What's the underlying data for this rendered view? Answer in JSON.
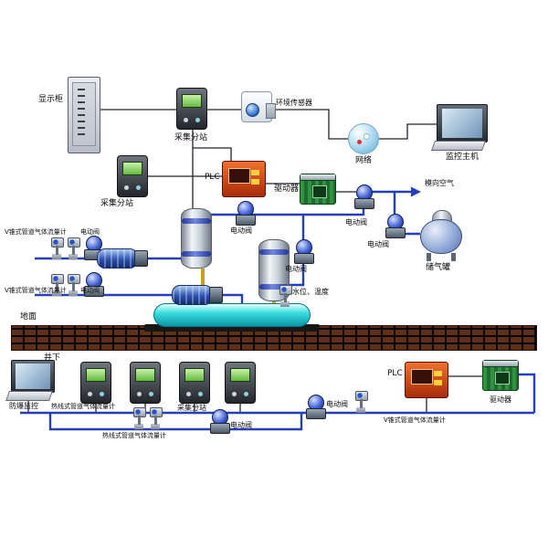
{
  "diagram": {
    "labels": {
      "display_cabinet": "显示柜",
      "substation": "采集分站",
      "env_sensor": "环境传感器",
      "network": "网络",
      "monitor_host": "监控主机",
      "plc": "PLC",
      "driver": "驱动器",
      "lateral_air": "模向空气",
      "valve": "电动阀",
      "gas_tank": "储气罐",
      "vcone_meter": "V锥式管道气体流量计",
      "hotwire_meter": "热线式管道气体流量计",
      "water_temp": "水位、温度",
      "ground": "地面",
      "underground": "井下",
      "explosion_proof_monitor": "防爆监控"
    },
    "colors": {
      "pipe_blue": "#2440b8",
      "signal_line": "#222233",
      "plc_red": "#cc3a12",
      "driver_green": "#2e8f3e",
      "screen_green": "#86e06a",
      "water_cyan": "#2fd4d4",
      "yellow_pipe": "#c8a020",
      "brick_brown": "#5e3018",
      "network_blue": "#9fd4ee"
    }
  }
}
